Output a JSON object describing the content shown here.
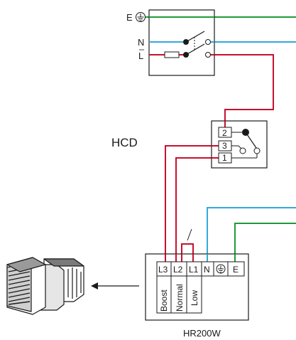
{
  "supply": {
    "earth_label": "E",
    "neutral_label": "N",
    "live_label": "L"
  },
  "controller": {
    "label": "HCD",
    "terminals": [
      "2",
      "3",
      "1"
    ]
  },
  "unit": {
    "model": "HR200W",
    "terminals": [
      "L3",
      "L2",
      "L1",
      "N",
      "E"
    ],
    "speed_labels": [
      "Boost",
      "Normal",
      "Low"
    ]
  },
  "colors": {
    "earth_wire": "#1f9a3a",
    "neutral_wire": "#35a9dc",
    "live_wire": "#c8102e",
    "outline": "#1a1a1a"
  },
  "icons": [
    "earth-symbol-icon",
    "fuse-icon",
    "arrow-icon",
    "fan-unit-icon"
  ]
}
